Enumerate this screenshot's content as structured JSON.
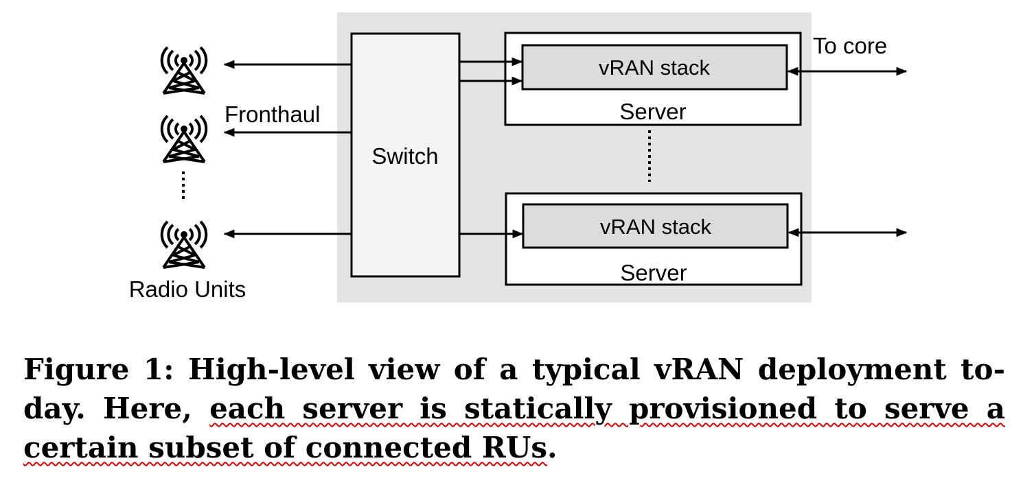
{
  "diagram": {
    "switch_label": "Switch",
    "fronthaul_label": "Fronthaul",
    "radio_units_label": "Radio Units",
    "to_core_label": "To core",
    "servers": [
      {
        "stack_label": "vRAN stack",
        "server_label": "Server"
      },
      {
        "stack_label": "vRAN stack",
        "server_label": "Server"
      }
    ],
    "colors": {
      "panel": "#e3e3e3",
      "switch_fill": "#f4f4f4",
      "stack_fill": "#dcdcdc",
      "fronthaul_line": "#bdbdbd"
    },
    "icons": [
      "radio-tower-icon",
      "radio-tower-icon",
      "radio-tower-icon"
    ]
  },
  "caption": {
    "lead": "Figure 1: High-level view of a typical vRAN deployment to-day. Here, ",
    "underlined": "each server is statically provisioned to serve a certain subset of connected RUs",
    "end": "."
  }
}
